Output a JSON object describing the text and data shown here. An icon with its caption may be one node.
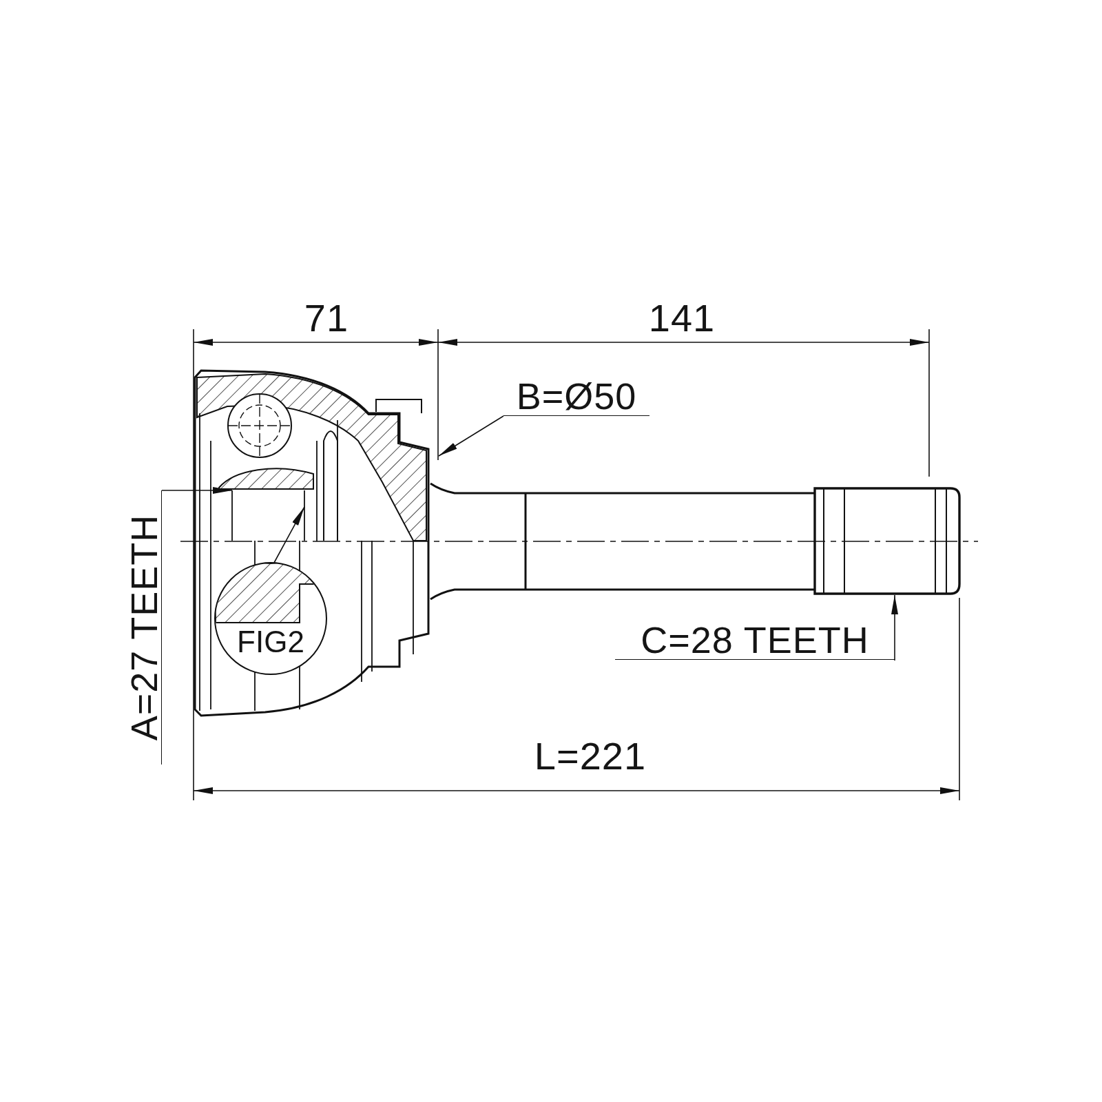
{
  "diagram": {
    "nodes": [
      {
        "text": [],
        "shape": "picture"
      },
      {
        "text": [],
        "shape": "picture",
        "in": 0
      },
      {
        "text": [],
        "shape": "picture"
      },
      {
        "text": [
          "B=Ø50"
        ]
      },
      {
        "text": [
          "A=27 TEETH"
        ]
      },
      {
        "text": [
          "C=28 TEETH"
        ]
      },
      {
        "text": [
          "FIG2"
        ],
        "in": 0
      }
    ],
    "edges": [
      {
        "from": 3,
        "to": 0,
        "arrow": "to"
      },
      {
        "from": 4,
        "to": 1,
        "arrow": "to"
      },
      {
        "from": 5,
        "to": 2,
        "arrow": "to"
      },
      {
        "from": 6,
        "to": 1,
        "arrow": "to"
      }
    ],
    "labels": [
      "71",
      "141",
      "L=221"
    ]
  }
}
